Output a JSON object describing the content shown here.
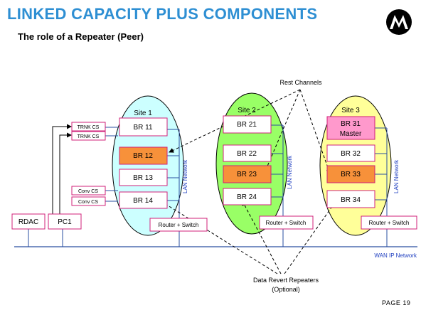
{
  "header": {
    "title": "LINKED CAPACITY PLUS COMPONENTS",
    "subtitle": "The role of a Repeater (Peer)"
  },
  "logo": {
    "icon": "motorola-logo-icon"
  },
  "callouts": {
    "rest_channels": "Rest Channels",
    "data_revert_line1": "Data Revert Repeaters",
    "data_revert_line2": "(Optional)"
  },
  "sites": [
    {
      "label": "Site 1",
      "fill": "#ccffff",
      "repeaters": [
        {
          "label": "BR 11",
          "fill": "#ffffff"
        },
        {
          "label": "BR 12",
          "fill": "#f7913a"
        },
        {
          "label": "BR 13",
          "fill": "#ffffff"
        },
        {
          "label": "BR 14",
          "fill": "#ffffff"
        }
      ],
      "lan_label": "LAN Network",
      "router_label": "Router + Switch"
    },
    {
      "label": "Site 2",
      "fill": "#99ff66",
      "repeaters": [
        {
          "label": "BR 21",
          "fill": "#ffffff"
        },
        {
          "label": "BR 22",
          "fill": "#ffffff"
        },
        {
          "label": "BR 23",
          "fill": "#f7913a"
        },
        {
          "label": "BR 24",
          "fill": "#ffffff"
        }
      ],
      "lan_label": "LAN Network",
      "router_label": "Router + Switch"
    },
    {
      "label": "Site 3",
      "fill": "#ffff99",
      "repeaters": [
        {
          "label": "BR 31",
          "label2": "Master",
          "fill": "#ff99cc"
        },
        {
          "label": "BR 32",
          "fill": "#ffffff"
        },
        {
          "label": "BR 33",
          "fill": "#f7913a"
        },
        {
          "label": "BR 34",
          "fill": "#ffffff"
        }
      ],
      "lan_label": "LAN Network",
      "router_label": "Router + Switch"
    }
  ],
  "control_stations": {
    "trunked": [
      "TRNK CS",
      "TRNK CS"
    ],
    "conventional": [
      "Conv CS",
      "Conv CS"
    ]
  },
  "devices": {
    "rdac": "RDAC",
    "pc1": "PC1"
  },
  "wan": {
    "label": "WAN IP Network"
  },
  "footer": {
    "page": "PAGE 19"
  },
  "colors": {
    "title": "#2e8fd3",
    "box_border": "#d0207a",
    "network_line": "#2a4fa0",
    "wan_label": "#1f3fc0"
  }
}
